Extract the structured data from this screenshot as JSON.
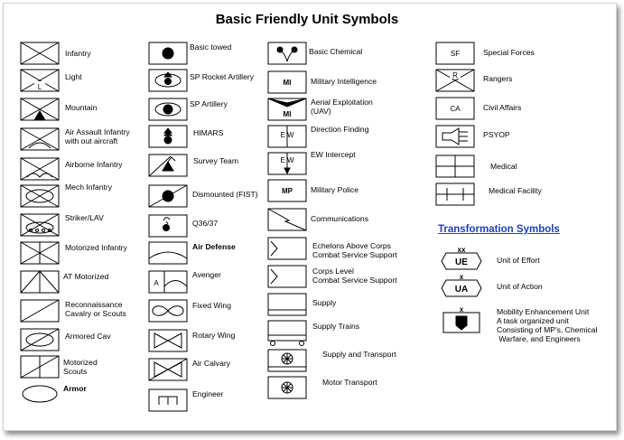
{
  "title": "Basic Friendly Unit Symbols",
  "transformation_title": "Transformation Symbols",
  "symbols": {
    "infantry": "Infantry",
    "light": "Light",
    "light_mark": "L",
    "mountain": "Mountain",
    "air_assault": "Air Assault Infantry\nwith out aircraft",
    "airborne": "Airborne Infantry",
    "mech": "Mech Infantry",
    "striker": "Striker/LAV",
    "motorized_inf": "Motorized Infantry",
    "at_motorized": "AT Motorized",
    "recon": "Reconnaissance\nCavalry or Scouts",
    "armored_cav": "Armored Cav",
    "motorized_scouts": "Motorized\nScouts",
    "armor": "Armor",
    "basic_towed": "Basic towed",
    "sp_rocket": "SP Rocket Artillery",
    "sp_artillery": "SP Artillery",
    "himars": "HIMARS",
    "survey": "Survey Team",
    "dismounted": "Dismounted (FIST)",
    "q36": "Q36/37",
    "air_defense": "Air Defense",
    "avenger": "Avenger",
    "avenger_mark": "A",
    "fixed_wing": "Fixed Wing",
    "rotary_wing": "Rotary Wing",
    "air_calvary": "Air Calvary",
    "engineer": "Engineer",
    "chemical": "Basic Chemical",
    "mi": "Military Intelligence",
    "mi_mark": "MI",
    "uav": "Aerial Exploitation\n(UAV)",
    "uav_mark": "MI",
    "df": "Direction Finding",
    "ew_mark": "E W",
    "ew_intercept": "EW Intercept",
    "ew2_mark": "E W",
    "mp": "Military Police",
    "mp_mark": "MP",
    "comms": "Communications",
    "eac": "Echelons Above Corps\nCombat Service Support",
    "corps": "Corps Level\nCombat Service Support",
    "supply": "Supply",
    "supply_trains": "Supply Trains",
    "supply_transport": "Supply and Transport",
    "motor_transport": "Motor Transport",
    "sf": "Special Forces",
    "sf_mark": "SF",
    "rangers": "Rangers",
    "rangers_mark": "R",
    "ca": "Civil Affairs",
    "ca_mark": "CA",
    "psyop": "PSYOP",
    "medical": "Medical",
    "medical_facility": "Medical Facility",
    "ue": "Unit of Effort",
    "ue_mark": "UE",
    "ue_echelon": "xx",
    "ua": "Unit of Action",
    "ua_mark": "UA",
    "ua_echelon": "x",
    "meu": "Mobility Enhancement Unit\nA task organized unit\nConsisting of MP's, Chemical\n Warfare, and Engineers",
    "meu_echelon": "x"
  },
  "colors": {
    "stroke": "#000000",
    "section_title": "#1f3fbf",
    "background": "#ffffff"
  }
}
